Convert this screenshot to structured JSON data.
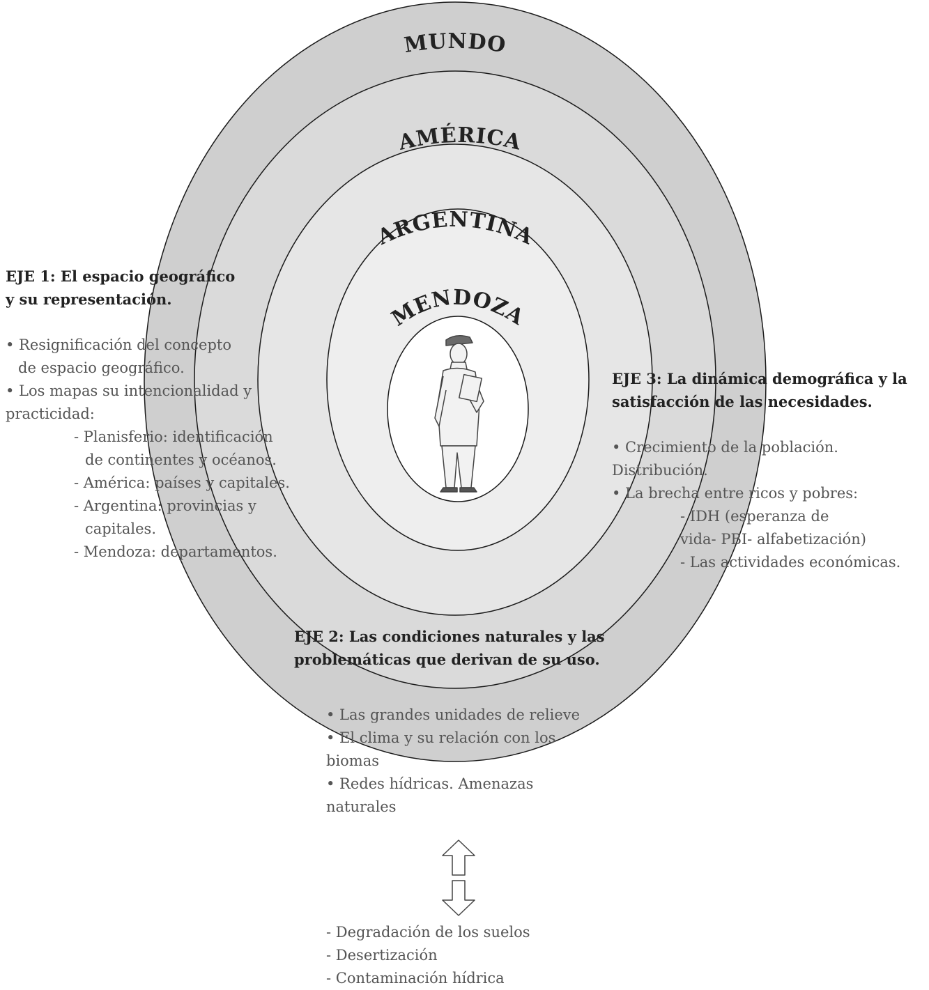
{
  "rings": {
    "mundo": "MUNDO",
    "america": "AMÉRICA",
    "argentina": "ARGENTINA",
    "mendoza": "MENDOZA"
  },
  "eje1": {
    "title": [
      "EJE 1: El espacio geográfico",
      "y su representación."
    ],
    "lines": [
      "• Resignificación del concepto",
      "de espacio geográfico.",
      "• Los mapas su intencionalidad y",
      "practicidad:",
      "- Planisferio: identificación",
      "de continentes y océanos.",
      "- América: países y capitales.",
      "- Argentina: provincias y",
      "capitales.",
      "- Mendoza: departamentos."
    ]
  },
  "eje2": {
    "title": [
      "EJE 2: Las condiciones naturales y las",
      "problemáticas que derivan de su uso."
    ],
    "lines": [
      "• Las grandes unidades de relieve",
      "• El clima y su relación con los",
      "biomas",
      "• Redes hídricas. Amenazas",
      "naturales"
    ],
    "consequences": [
      "- Degradación de los suelos",
      "- Desertización",
      "- Contaminación hídrica"
    ]
  },
  "eje3": {
    "title": [
      "EJE 3: La dinámica demográfica y la",
      "satisfacción de las necesidades."
    ],
    "lines": [
      "• Crecimiento de la población.",
      "Distribución.",
      "• La brecha entre ricos y pobres:",
      "- IDH (esperanza de",
      "vida- PBI- alfabetización)",
      "- Las actividades económicas."
    ]
  },
  "colors": {
    "ring_dark": "#cfcfcf",
    "ring_mid": "#dadada",
    "ring_light": "#e6e6e6",
    "ring_lighter": "#eeeeee",
    "center": "#ffffff",
    "stroke": "#1a1a1a"
  },
  "icons": [
    "person-figure-icon",
    "up-arrow-icon",
    "down-arrow-icon"
  ]
}
